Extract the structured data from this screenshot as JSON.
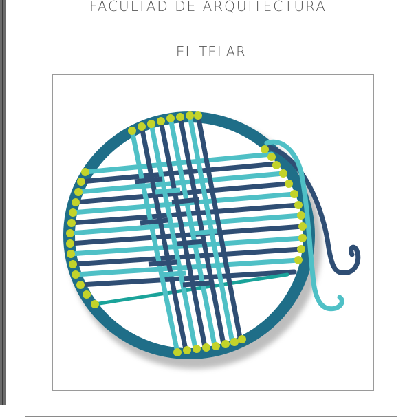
{
  "header": {
    "title": "FACULTAD DE ARQUITECTURA"
  },
  "panel": {
    "title": "EL TELAR"
  },
  "colors": {
    "ring": "#1f6e88",
    "thread_dark": "#2f4e74",
    "thread_light": "#4fc0c6",
    "thread_teal": "#1aa39a",
    "peg": "#c3d32a"
  },
  "illustration": {
    "name": "circular-loom"
  }
}
